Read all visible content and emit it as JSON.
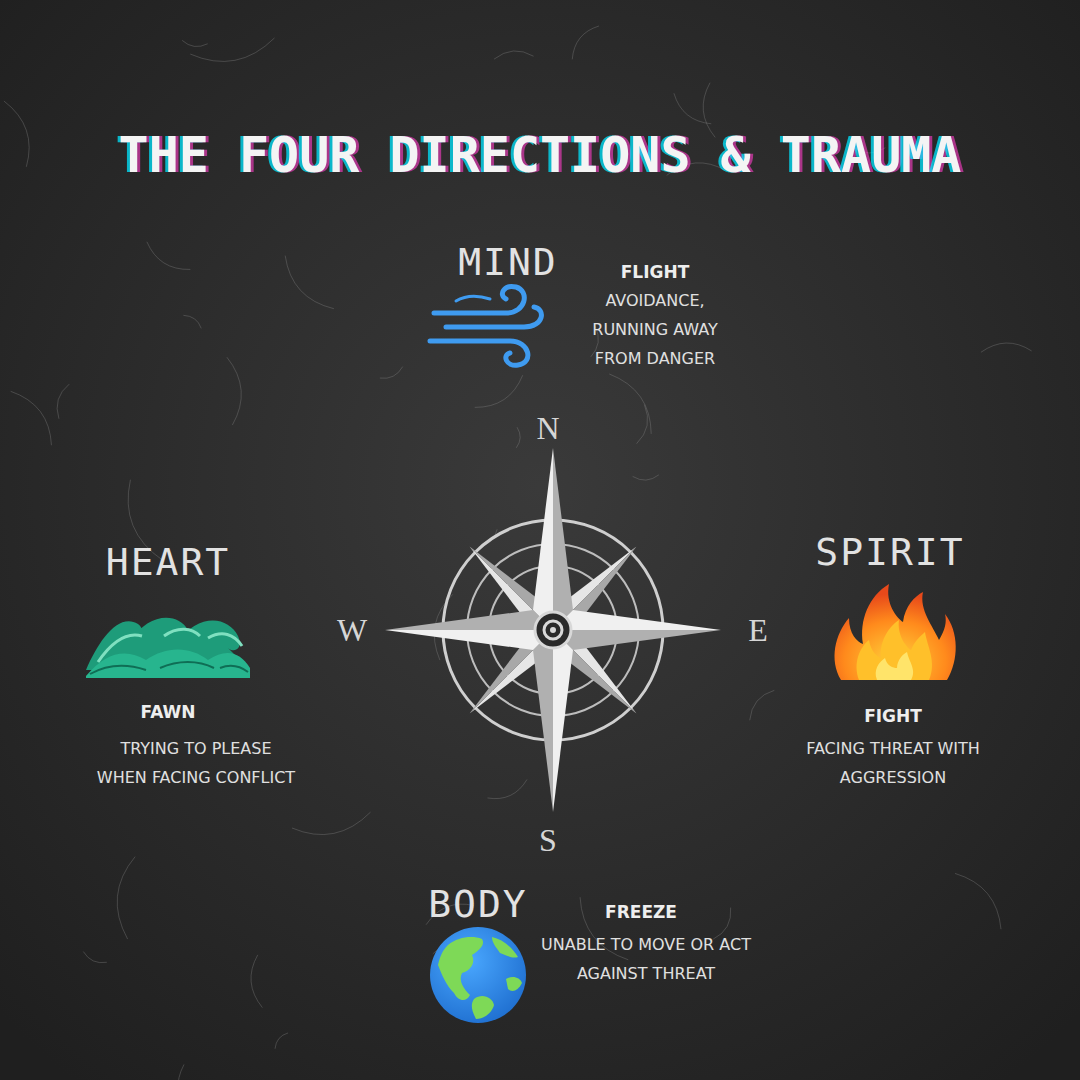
{
  "diagram": {
    "title": "THE FOUR DIRECTIONS & TRAUMA",
    "labels": [
      "MIND",
      "FLIGHT",
      "AVOIDANCE, RUNNING AWAY FROM DANGER",
      "N",
      "HEART",
      "W",
      "E",
      "SPIRIT",
      "FAWN",
      "FIGHT",
      "TRYING TO PLEASE WHEN FACING CONFLICT",
      "FACING THREAT WITH AGGRESSION",
      "S",
      "BODY",
      "FREEZE",
      "UNABLE TO MOVE OR ACT AGAINST THREAT"
    ]
  }
}
